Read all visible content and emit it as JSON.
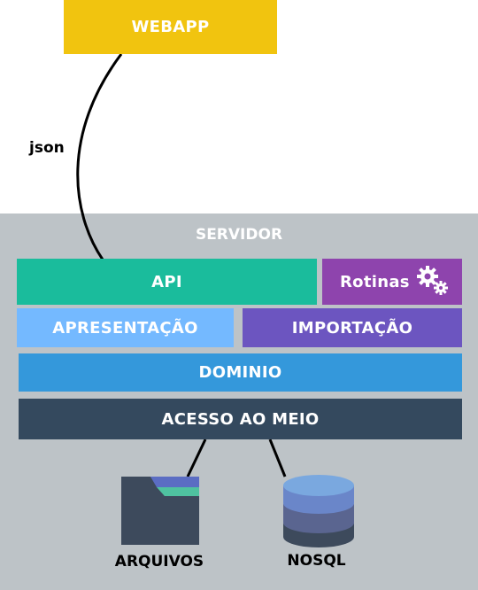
{
  "webapp": {
    "label": "WEBAPP"
  },
  "connection": {
    "label": "json"
  },
  "server": {
    "label": "SERVIDOR",
    "layers": {
      "api": "API",
      "rotinas": "Rotinas",
      "apresentacao": "APRESENTAÇÃO",
      "importacao": "IMPORTAÇÃO",
      "dominio": "DOMINIO",
      "acesso": "ACESSO AO MEIO"
    }
  },
  "storage": {
    "arquivos": "ARQUIVOS",
    "nosql": "NOSQL"
  },
  "icons": {
    "rotinas": "gears-icon",
    "arquivos": "folder-icon",
    "nosql": "database-icon"
  },
  "colors": {
    "webapp": "#f1c40f",
    "server_bg": "#bdc3c7",
    "api": "#1abc9c",
    "rotinas": "#8e44ad",
    "apresentacao": "#74b9ff",
    "importacao": "#6c55c0",
    "dominio": "#3498db",
    "acesso": "#34495e"
  }
}
